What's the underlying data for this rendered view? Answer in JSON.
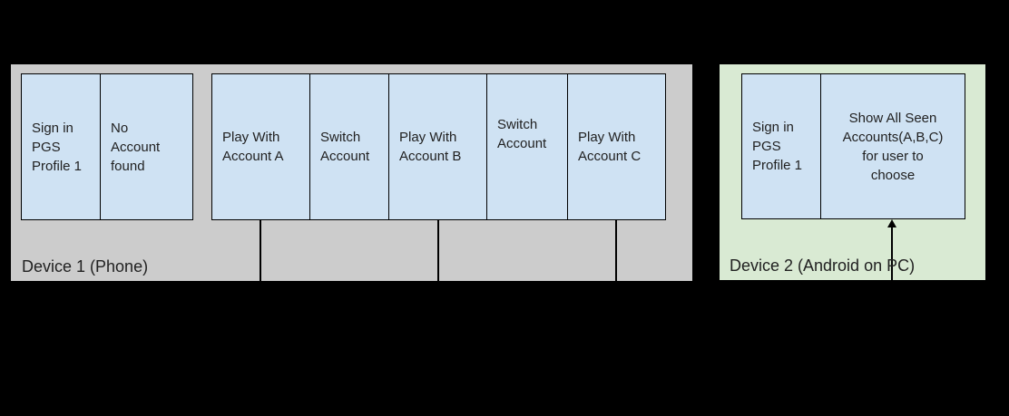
{
  "colors": {
    "background": "#000000",
    "device1_fill": "#cccccc",
    "device2_fill": "#d9ead3",
    "box_fill": "#cfe2f3",
    "box_border": "#000000",
    "text": "#212121"
  },
  "device1": {
    "label": "Device 1 (Phone)",
    "signin_group": [
      {
        "label": "Sign in\nPGS\nProfile 1"
      },
      {
        "label": "No\nAccount\nfound"
      }
    ],
    "flow_group": [
      {
        "label": "Play With\nAccount A"
      },
      {
        "label": "Switch\nAccount"
      },
      {
        "label": "Play With\nAccount B"
      },
      {
        "label": "Switch\nAccount"
      },
      {
        "label": "Play With\nAccount C"
      }
    ],
    "drop_lines_from": [
      "Play With Account A",
      "Play With Account B",
      "Play With Account C"
    ]
  },
  "device2": {
    "label": "Device 2 (Android on PC)",
    "boxes": [
      {
        "label": "Sign in\nPGS\nProfile 1"
      },
      {
        "label": "Show All Seen\nAccounts(A,B,C)\nfor user to\nchoose"
      }
    ],
    "arrow_into": "Show All Seen Accounts(A,B,C) for user to choose"
  }
}
